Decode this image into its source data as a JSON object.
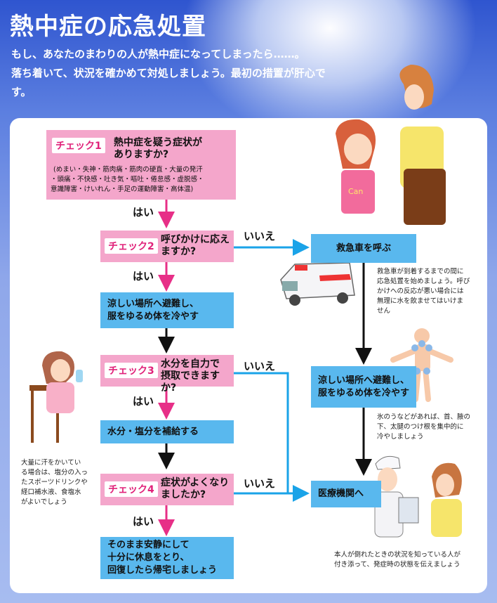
{
  "title": "熱中症の応急処置",
  "intro": {
    "line1": "もし、あなたのまわりの人が熱中症になってしまったら……。",
    "line2": "落ち着いて、状況を確かめて対処しましょう。最初の措置が肝心で",
    "line3": "す。"
  },
  "check1": {
    "tag": "チェック1",
    "question1": "熱中症を疑う症状が",
    "question2": "ありますか?",
    "symptoms1": "(めまい・失神・筋肉痛・筋肉の硬直・大量の発汗",
    "symptoms2": "・頭痛・不快感・吐き気・嘔吐・倦怠感・虚脱感・",
    "symptoms3": "意識障害・けいれん・手足の運動障害・高体温)"
  },
  "check2": {
    "tag": "チェック2",
    "question1": "呼びかけに応え",
    "question2": "ますか?"
  },
  "check3": {
    "tag": "チェック3",
    "question1": "水分を自力で",
    "question2": "摂取できますか?"
  },
  "check4": {
    "tag": "チェック4",
    "question1": "症状がよくなり",
    "question2": "ましたか?"
  },
  "labels": {
    "yes": "はい",
    "no": "いいえ"
  },
  "actions": {
    "cool1_line1": "涼しい場所へ避難し、",
    "cool1_line2": "服をゆるめ体を冷やす",
    "water": "水分・塩分を補給する",
    "rest1": "そのまま安静にして",
    "rest2": "十分に休息をとり、",
    "rest3": "回復したら帰宅しましょう",
    "ambulance": "救急車を呼ぶ",
    "cool2_line1": "涼しい場所へ避難し、",
    "cool2_line2": "服をゆるめ体を冷やす",
    "hospital": "医療機関へ"
  },
  "notes": {
    "ambulance1": "救急車が到着するまでの間に",
    "ambulance2": "応急処置を始めましょう。呼び",
    "ambulance3": "かけへの反応が悪い場合には",
    "ambulance4": "無理に水を飲ませてはいけま",
    "ambulance5": "せん",
    "ice1": "氷のうなどがあれば、首、腋の",
    "ice2": "下、太腿のつけ根を集中的に",
    "ice3": "冷やしましょう",
    "sweat1": "大量に汗をかいてい",
    "sweat2": "る場合は、塩分の入っ",
    "sweat3": "たスポーツドリンクや",
    "sweat4": "経口補水液、食塩水",
    "sweat5": "がよいでしょう",
    "hospital1": "本人が倒れたときの状況を知っている人が",
    "hospital2": "付き添って、発症時の状態を伝えましょう"
  },
  "colors": {
    "pink": "#f4a6cb",
    "blue": "#59b8ee",
    "accent": "#e0227a",
    "arrow_pink": "#e72f87",
    "arrow_blue": "#1aa3e8"
  }
}
